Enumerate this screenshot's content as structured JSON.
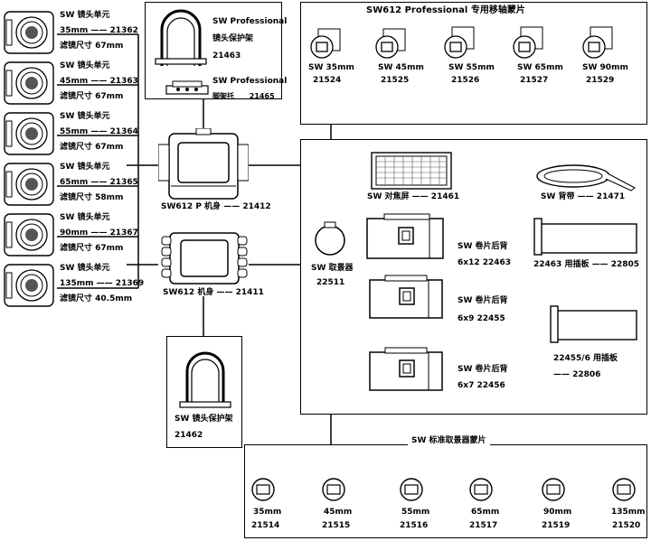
{
  "lens_units": [
    {
      "title": "SW 镜头单元",
      "model": "35mm —— 21362",
      "filter": "滤镜尺寸 67mm"
    },
    {
      "title": "SW 镜头单元",
      "model": "45mm —— 21363",
      "filter": "滤镜尺寸 67mm"
    },
    {
      "title": "SW 镜头单元",
      "model": "55mm —— 21364",
      "filter": "滤镜尺寸 67mm"
    },
    {
      "title": "SW 镜头单元",
      "model": "65mm —— 21365",
      "filter": "滤镜尺寸 58mm"
    },
    {
      "title": "SW 镜头单元",
      "model": "90mm —— 21367",
      "filter": "滤镜尺寸 67mm"
    },
    {
      "title": "SW 镜头单元",
      "model": "135mm —— 21369",
      "filter": "滤镜尺寸 40.5mm"
    }
  ],
  "professional_box": {
    "guard_name": "SW Professional",
    "guard_line2": "镜头保护架",
    "guard_code": "21463",
    "tripod_name": "SW Professional",
    "tripod_line2": "脚架托",
    "tripod_code": "21465"
  },
  "bodies": {
    "p_body": "SW612 P 机身 —— 21412",
    "body": "SW612 机身 —— 21411"
  },
  "guard_box": {
    "name": "SW 镜头保护架",
    "code": "21462"
  },
  "shift_masks": {
    "title": "SW612 Professional 专用移轴蒙片",
    "items": [
      {
        "label": "SW 35mm",
        "code": "21524"
      },
      {
        "label": "SW 45mm",
        "code": "21525"
      },
      {
        "label": "SW 55mm",
        "code": "21526"
      },
      {
        "label": "SW 65mm",
        "code": "21527"
      },
      {
        "label": "SW 90mm",
        "code": "21529"
      }
    ]
  },
  "viewfinder": {
    "name": "SW 取景器",
    "code": "22511"
  },
  "accessories": {
    "focus_screen": "SW 对焦屏 —— 21461",
    "strap": "SW 背带 —— 21471",
    "back_612_name": "SW 卷片后背",
    "back_612_code": "6x12 22463",
    "back_69_name": "SW 卷片后背",
    "back_69_code": "6x9 22455",
    "back_67_name": "SW 卷片后背",
    "back_67_code": "6x7 22456",
    "insert_612": "22463 用插板 —— 22805",
    "insert_69_line1": "22455/6 用插板",
    "insert_69_line2": "—— 22806"
  },
  "viewfinder_masks": {
    "title": "SW 标准取景器蒙片",
    "items": [
      {
        "label": "35mm",
        "code": "21514"
      },
      {
        "label": "45mm",
        "code": "21515"
      },
      {
        "label": "55mm",
        "code": "21516"
      },
      {
        "label": "65mm",
        "code": "21517"
      },
      {
        "label": "90mm",
        "code": "21519"
      },
      {
        "label": "135mm",
        "code": "21520"
      }
    ]
  }
}
